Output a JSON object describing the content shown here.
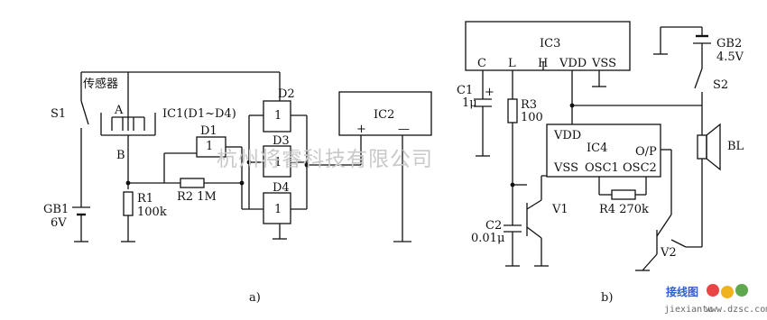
{
  "circuit_a": {
    "caption": "a)",
    "sensor_label": "传感器",
    "point_a": "A",
    "point_b": "B",
    "s1": "S1",
    "gb1_name": "GB1",
    "gb1_value": "6V",
    "r1_name": "R1",
    "r1_value": "100k",
    "r2": "R2 1M",
    "ic1": "IC1(D1~D4)",
    "d1": "D1",
    "d2": "D2",
    "d3": "D3",
    "d4": "D4",
    "gate_one": "1",
    "ic2": "IC2",
    "plus": "+",
    "minus": "—"
  },
  "circuit_b": {
    "caption": "b)",
    "ic3": "IC3",
    "pin_c": "C",
    "pin_l": "L",
    "pin_h": "H",
    "pin_vdd": "VDD",
    "pin_vss": "VSS",
    "c1_name": "C1",
    "c1_value": "1μ",
    "c1_plus": "+",
    "r3_name": "R3",
    "r3_value": "100",
    "gb2_name": "GB2",
    "gb2_value": "4.5V",
    "s2": "S2",
    "bl": "BL",
    "ic4": "IC4",
    "ic4_vdd": "VDD",
    "ic4_op": "O/P",
    "ic4_vss": "VSS",
    "ic4_osc1": "OSC1",
    "ic4_osc2": "OSC2",
    "r4": "R4 270k",
    "v1": "V1",
    "v2": "V2",
    "c2_name": "C2",
    "c2_value": "0.01μ"
  },
  "watermark": {
    "text": "杭州将睿科技有限公司",
    "logo_text": "接线图",
    "url": "jiexiantu",
    "site": "www.dzsc.com"
  }
}
